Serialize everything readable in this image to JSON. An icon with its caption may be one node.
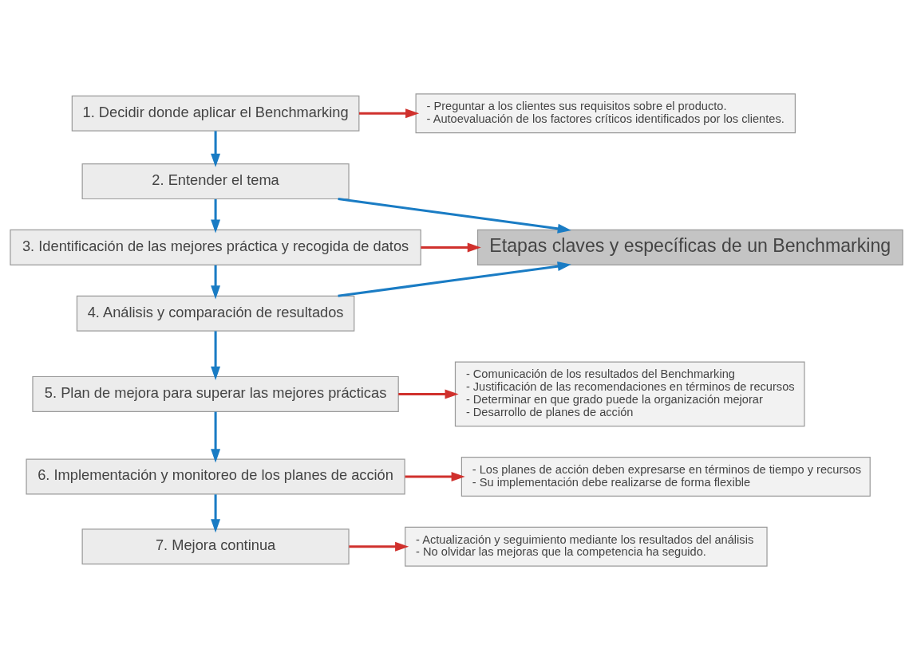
{
  "diagram": {
    "nodes": [
      {
        "text": [
          "1. Decidir donde aplicar el Benchmarking"
        ]
      },
      {
        "text": [
          "2. Entender el tema"
        ]
      },
      {
        "text": [
          "3. Identificación de las mejores práctica y recogida de datos"
        ]
      },
      {
        "text": [
          "4. Análisis y comparación de resultados"
        ]
      },
      {
        "text": [
          "5. Plan de mejora para superar las mejores prácticas"
        ]
      },
      {
        "text": [
          "6. Implementación y monitoreo de los planes de acción"
        ]
      },
      {
        "text": [
          "7. Mejora continua"
        ]
      },
      {
        "text": [
          "Etapas claves y específicas de un Benchmarking"
        ]
      },
      {
        "text": [
          "- Preguntar a los clientes sus requisitos sobre el producto.",
          "- Autoevaluación de los factores críticos identificados por los clientes."
        ]
      },
      {
        "text": [
          "- Comunicación de los resultados del Benchmarking",
          "- Justificación de las recomendaciones en términos de recursos",
          "- Determinar en que grado puede la organización mejorar",
          "- Desarrollo de planes de acción"
        ]
      },
      {
        "text": [
          "- Los planes de acción deben expresarse en términos de tiempo y recursos",
          "- Su implementación debe realizarse de forma flexible"
        ]
      },
      {
        "text": [
          "- Actualización y seguimiento mediante los resultados del análisis",
          "- No olvidar las mejoras que la competencia ha seguido."
        ]
      }
    ],
    "edges": [
      {
        "from": 0,
        "to": 1,
        "arrow": "to"
      },
      {
        "from": 1,
        "to": 2,
        "arrow": "to"
      },
      {
        "from": 2,
        "to": 3,
        "arrow": "to"
      },
      {
        "from": 3,
        "to": 4,
        "arrow": "to"
      },
      {
        "from": 4,
        "to": 5,
        "arrow": "to"
      },
      {
        "from": 5,
        "to": 6,
        "arrow": "to"
      },
      {
        "from": 0,
        "to": 8,
        "arrow": "to",
        "color": "#d0312d"
      },
      {
        "from": 1,
        "to": 7,
        "arrow": "to"
      },
      {
        "from": 2,
        "to": 7,
        "arrow": "to",
        "color": "#d0312d"
      },
      {
        "from": 3,
        "to": 7,
        "arrow": "to"
      },
      {
        "from": 4,
        "to": 9,
        "arrow": "to",
        "color": "#d0312d"
      },
      {
        "from": 5,
        "to": 10,
        "arrow": "to",
        "color": "#d0312d"
      },
      {
        "from": 6,
        "to": 11,
        "arrow": "to",
        "color": "#d0312d"
      }
    ]
  }
}
